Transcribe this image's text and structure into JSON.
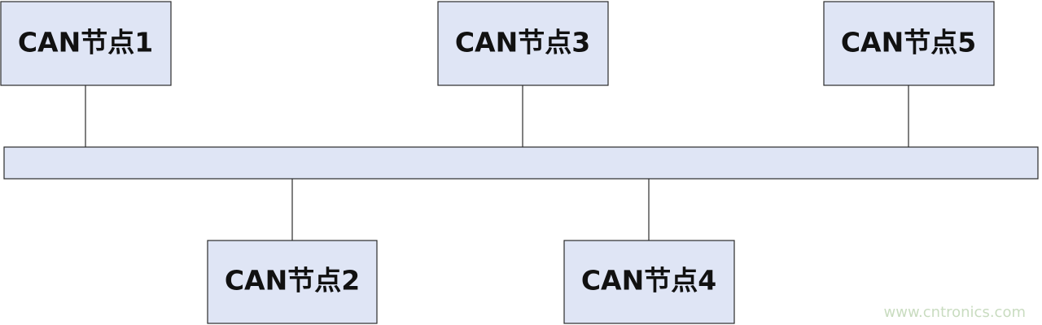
{
  "diagram": {
    "nodes": [
      {
        "id": "node-1",
        "label": "CAN节点1"
      },
      {
        "id": "node-3",
        "label": "CAN节点3"
      },
      {
        "id": "node-5",
        "label": "CAN节点5"
      },
      {
        "id": "node-2",
        "label": "CAN节点2"
      },
      {
        "id": "node-4",
        "label": "CAN节点4"
      }
    ],
    "colors": {
      "box_fill": "#dfe5f5",
      "bus_fill": "#dfe5f5",
      "stroke": "#2b2b2b"
    }
  },
  "watermark": {
    "text": "www.cntronics.com"
  }
}
